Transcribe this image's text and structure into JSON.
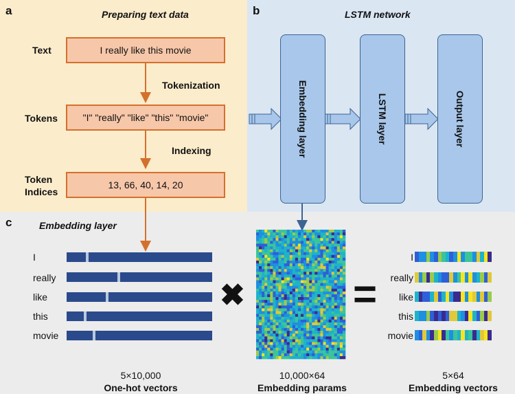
{
  "panel_a": {
    "letter": "a",
    "title": "Preparing text data",
    "rows": [
      {
        "label": "Text",
        "box": "I really like this movie"
      },
      {
        "label": "Tokens",
        "box": "\"I\" \"really\" \"like\" \"this\" \"movie\""
      },
      {
        "label_line1": "Token",
        "label_line2": "Indices",
        "box": "13, 66, 40, 14, 20"
      }
    ],
    "step1": "Tokenization",
    "step2": "Indexing"
  },
  "panel_b": {
    "letter": "b",
    "title": "LSTM network",
    "layers": [
      "Embedding layer",
      "LSTM layer",
      "Output layer"
    ]
  },
  "panel_c": {
    "letter": "c",
    "title": "Embedding layer",
    "words": [
      "I",
      "really",
      "like",
      "this",
      "movie"
    ],
    "onehot_hot_positions": [
      0.13,
      0.35,
      0.27,
      0.12,
      0.18
    ],
    "multiply_symbol": "✖",
    "equals_symbol": "=",
    "captions": {
      "onehot_dim": "5×10,000",
      "onehot_name": "One-hot vectors",
      "params_dim": "10,000×64",
      "params_name": "Embedding params",
      "vectors_dim": "5×64",
      "vectors_name": "Embedding vectors"
    }
  },
  "colors": {
    "panel_a_bg": "#fbeccb",
    "panel_b_bg": "#dbe6f3",
    "panel_c_bg": "#ececec",
    "orange_arrow": "#d4702d",
    "box_fill": "#f7c7a9",
    "layer_fill": "#a8c7ea",
    "onehot_bar": "#2b4a8c",
    "heat_palette": [
      "#3a2b8f",
      "#2e5fd8",
      "#1f8fe0",
      "#1fb3c9",
      "#3cc49a",
      "#9ccb4a",
      "#e0c93a",
      "#f8e51e"
    ]
  }
}
